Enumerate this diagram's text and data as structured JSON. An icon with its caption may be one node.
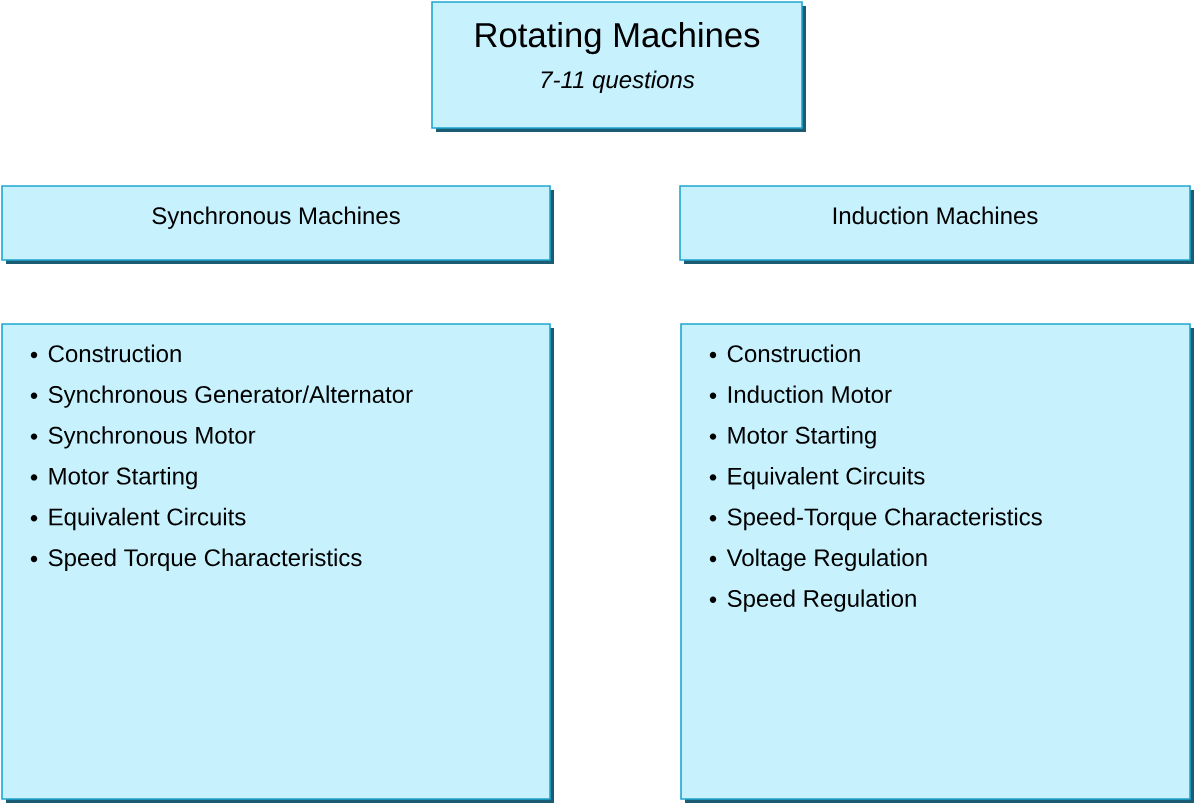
{
  "diagram": {
    "nodes": [
      {
        "text": [
          "Rotating Machines",
          "7-11 questions"
        ]
      },
      {
        "text": [
          "Synchronous Machines"
        ]
      },
      {
        "text": [
          "Induction Machines"
        ]
      },
      {
        "text": [
          "Construction",
          "Synchronous Generator/Alternator",
          "Synchronous Motor",
          "Motor Starting",
          "Equivalent Circuits",
          "Speed Torque Characteristics"
        ]
      },
      {
        "text": [
          "Construction",
          "Induction Motor",
          "Motor Starting",
          "Equivalent Circuits",
          "Speed-Torque Characteristics",
          "Voltage Regulation",
          "Speed Regulation"
        ]
      }
    ]
  }
}
